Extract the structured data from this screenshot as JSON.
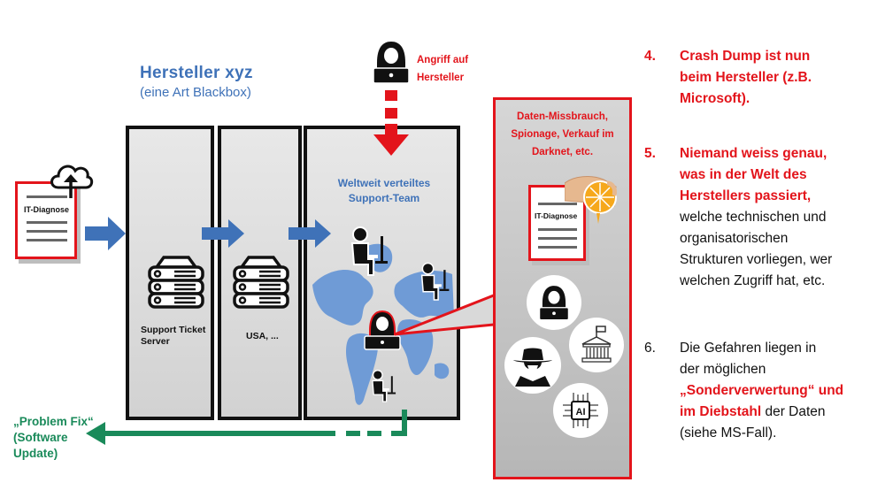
{
  "header": {
    "title": "Hersteller  xyz",
    "subtitle": "(eine Art Blackbox)"
  },
  "input_document": {
    "label": "IT-Diagnose",
    "icon": "cloud-upload-icon"
  },
  "panels": [
    {
      "id": "support-ticket-server",
      "label_line1": "Support Ticket",
      "label_line2": "Server",
      "icon": "server-stack-icon"
    },
    {
      "id": "usa",
      "label": "USA, ...",
      "icon": "server-stack-icon"
    },
    {
      "id": "support-team",
      "label_line1": "Weltweit  verteiltes",
      "label_line2": "Support-Team",
      "icon": "world-map-icon"
    }
  ],
  "attack": {
    "label_line1": "Angriff  auf",
    "label_line2": "Hersteller",
    "icon": "hacker-icon"
  },
  "misuse_box": {
    "line1": "Daten-Missbrauch,",
    "line2": "Spionage, Verkauf im",
    "line3": "Darknet, etc.",
    "document_label": "IT-Diagnose",
    "icons": [
      "hacker-icon",
      "government-building-icon",
      "spy-icon",
      "ai-chip-icon",
      "squeezed-orange-hand-icon"
    ]
  },
  "fix": {
    "line1": "„Problem  Fix“",
    "line2": "(Software",
    "line3": "Update)"
  },
  "chip_label": "AI",
  "points": [
    {
      "num": "4.",
      "lines": [
        "Crash  Dump  ist  nun",
        "beim  Hersteller (z.B.",
        "Microsoft)."
      ]
    },
    {
      "num": "5.",
      "lines_red": [
        "Niemand  weiss  genau,",
        "was  in  der  Welt  des",
        "Herstellers  passiert,"
      ],
      "lines_black": [
        "welche  technischen  und",
        "organisatorischen",
        "Strukturen  vorliegen, wer",
        "welchen  Zugriff  hat, etc."
      ]
    },
    {
      "num": "6.",
      "line1": "Die  Gefahren  liegen  in",
      "line2": "der  möglichen",
      "line3_red": "„Sonderverwertung“  und",
      "line4_red": "im  Diebstahl",
      "line4_black": " der  Daten",
      "line5": "(siehe  MS-Fall)."
    }
  ],
  "colors": {
    "accent_red": "#e3141b",
    "accent_blue": "#3f72b8",
    "accent_green": "#1a8a5a",
    "map_blue": "#6f9bd6"
  }
}
